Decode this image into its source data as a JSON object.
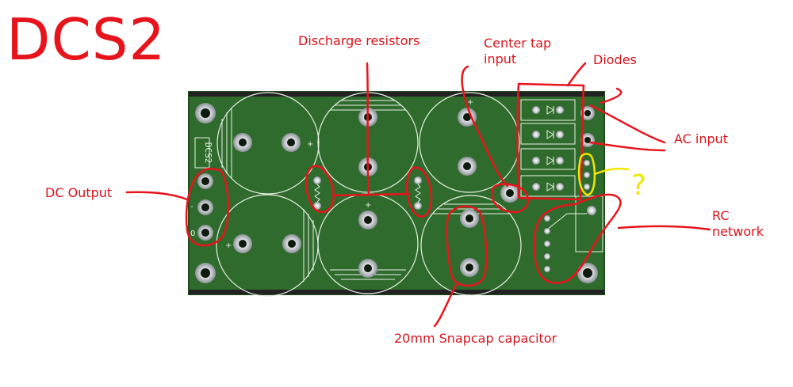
{
  "title": "DCS2",
  "board_silkscreen": "DCS2",
  "annotations": {
    "discharge_resistors": "Discharge resistors",
    "center_tap_line1": "Center tap",
    "center_tap_line2": "input",
    "diodes": "Diodes",
    "ac_input": "AC input",
    "dc_output": "DC Output",
    "rc_line1": "RC",
    "rc_line2": "network",
    "snapcap": "20mm Snapcap capacitor",
    "question": "?"
  },
  "pad_labels": {
    "plus": "+",
    "minus": "-",
    "zero": "0"
  },
  "colors": {
    "annotation": "#e8141c",
    "board": "#2f6b2c",
    "board_edge": "#1f4f1c",
    "silk": "#e8f0e6",
    "highlight": "#f2e600"
  }
}
